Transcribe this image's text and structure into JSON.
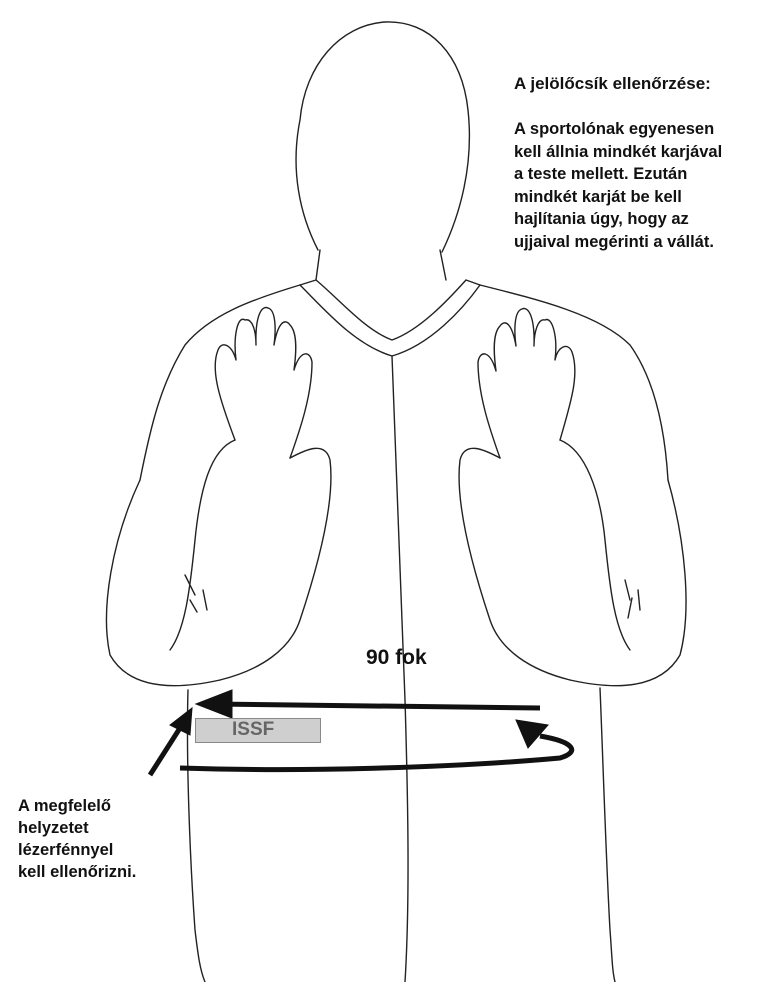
{
  "heading": "A jelölőcsík ellenőrzése:",
  "instruction_lines": [
    "A sportolónak egyenesen",
    "kell állnia mindkét karjával",
    "a teste mellett. Ezután",
    "mindkét karját be kell",
    "hajlítania úgy, hogy az",
    "ujjaival megérinti a vállát."
  ],
  "angle_label": "90 fok",
  "strip_label": "ISSF",
  "laser_note_lines": [
    "A megfelelő",
    "helyzetet",
    "lézerfénnyel",
    "kell ellenőrizni."
  ],
  "colors": {
    "line": "#222222",
    "arrow": "#111111",
    "strip_fill": "#cfcfcf"
  }
}
